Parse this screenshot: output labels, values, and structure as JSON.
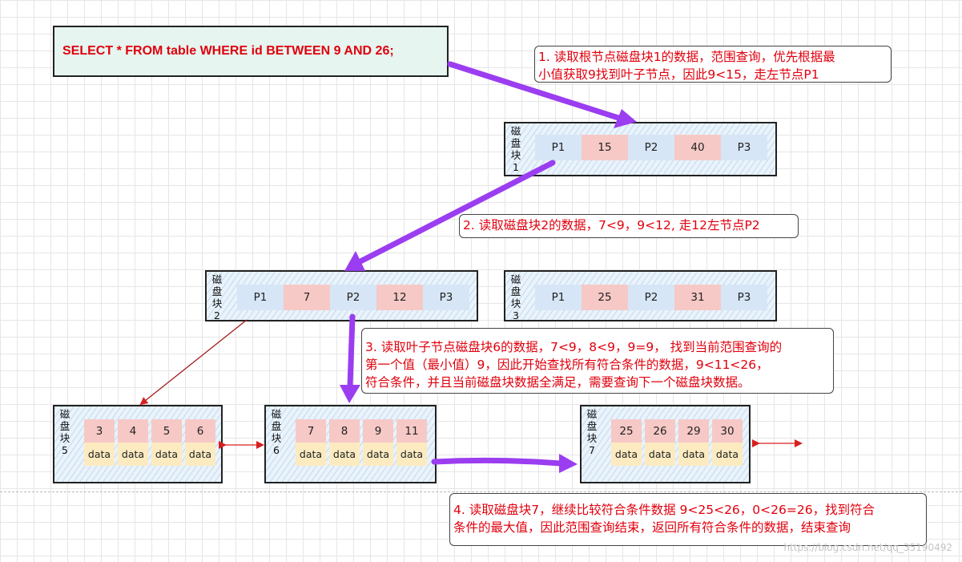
{
  "sql": "SELECT *  FROM table WHERE id BETWEEN 9 AND 26;",
  "notes": {
    "n1_line1": "1. 读取根节点磁盘块1的数据，范围查询，优先根据最",
    "n1_line2": "小值获取9找到叶子节点，因此9<15，走左节点P1",
    "n2": "2. 读取磁盘块2的数据，7<9，9<12, 走12左节点P2",
    "n3_line1": "3. 读取叶子节点磁盘块6的数据，7<9，8<9，9=9， 找到当前范围查询的",
    "n3_line2": "第一个值（最小值）9，因此开始查找所有符合条件的数据，9<11<26，",
    "n3_line3": "符合条件，并且当前磁盘块数据全满足，需要查询下一个磁盘块数据。",
    "n4_line1": "4. 读取磁盘块7，继续比较符合条件数据 9<25<26，0<26=26，找到符合",
    "n4_line2": "条件的最大值，因此范围查询结束，返回所有符合条件的数据，结束查询"
  },
  "blocks": {
    "b1": {
      "label": [
        "磁",
        "盘",
        "块",
        "1"
      ],
      "cells": [
        "P1",
        "15",
        "P2",
        "40",
        "P3"
      ]
    },
    "b2": {
      "label": [
        "磁",
        "盘",
        "块",
        "2"
      ],
      "cells": [
        "P1",
        "7",
        "P2",
        "12",
        "P3"
      ]
    },
    "b3": {
      "label": [
        "磁",
        "盘",
        "块",
        "3"
      ],
      "cells": [
        "P1",
        "25",
        "P2",
        "31",
        "P3"
      ]
    },
    "b5": {
      "label": [
        "磁",
        "盘",
        "块",
        "5"
      ],
      "keys": [
        "3",
        "4",
        "5",
        "6"
      ],
      "data": [
        "data",
        "data",
        "data",
        "data"
      ]
    },
    "b6": {
      "label": [
        "磁",
        "盘",
        "块",
        "6"
      ],
      "keys": [
        "7",
        "8",
        "9",
        "11"
      ],
      "data": [
        "data",
        "data",
        "data",
        "data"
      ]
    },
    "b7": {
      "label": [
        "磁",
        "盘",
        "块",
        "7"
      ],
      "keys": [
        "25",
        "26",
        "29",
        "30"
      ],
      "data": [
        "data",
        "data",
        "data",
        "data"
      ]
    }
  },
  "watermark": "https://blog.csdn.net/qq_35190492",
  "colors": {
    "sql_text": "#e0000d",
    "note_text": "#e0000d",
    "arrow_purple": "#9b3df0",
    "arrow_red": "#d62020",
    "pointer_cell": "#d6e6f6",
    "key_cell": "#f6c9c6",
    "data_cell": "#fcebc1",
    "sql_bg": "#e6f5ef"
  }
}
